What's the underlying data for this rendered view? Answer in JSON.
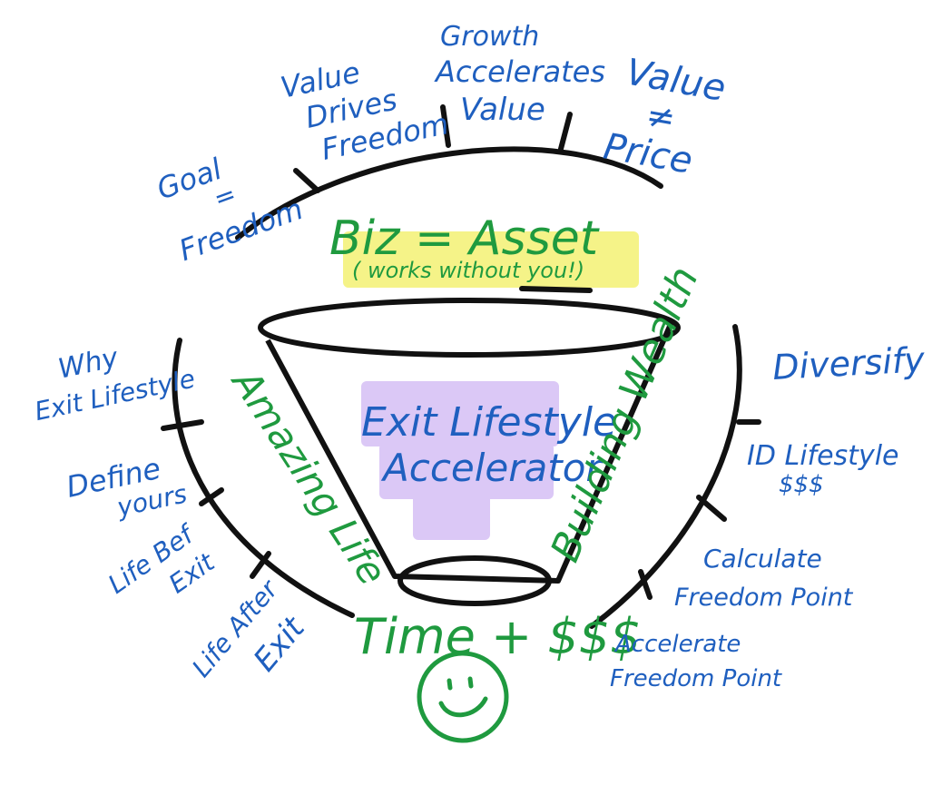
{
  "colors": {
    "ink": "#111111",
    "blue_text": "#1f5fbf",
    "green_text": "#1f9a3f",
    "highlight_yellow": "#f3f06a",
    "highlight_purple": "#cfb6f4"
  },
  "center": {
    "top": {
      "title": "Biz = Asset",
      "subtitle": "( works without you!)"
    },
    "funnel_label_line1": "Exit Lifestyle",
    "funnel_label_line2": "Accelerator",
    "left_side_label": "Amazing Life",
    "right_side_label": "Building Wealth",
    "bottom_label": "Time + $$$"
  },
  "arcs": {
    "top": [
      {
        "lines": [
          "Goal",
          "=",
          "Freedom"
        ]
      },
      {
        "lines": [
          "Value",
          "Drives",
          "Freedom"
        ]
      },
      {
        "lines": [
          "Growth",
          "Accelerates",
          "Value"
        ]
      },
      {
        "lines": [
          "Value",
          "≠",
          "Price"
        ]
      }
    ],
    "left": [
      {
        "lines": [
          "Why",
          "Exit Lifestyle"
        ]
      },
      {
        "lines": [
          "Define",
          "yours"
        ]
      },
      {
        "lines": [
          "Life Bef",
          "Exit"
        ]
      },
      {
        "lines": [
          "Life After",
          "Exit"
        ]
      }
    ],
    "right": [
      {
        "lines": [
          "Diversify"
        ]
      },
      {
        "lines": [
          "ID Lifestyle",
          "$$$"
        ]
      },
      {
        "lines": [
          "Calculate",
          "Freedom Point"
        ]
      },
      {
        "lines": [
          "Accelerate",
          "Freedom Point"
        ]
      }
    ]
  },
  "icons": {
    "smiley": "smiley-face-icon"
  }
}
